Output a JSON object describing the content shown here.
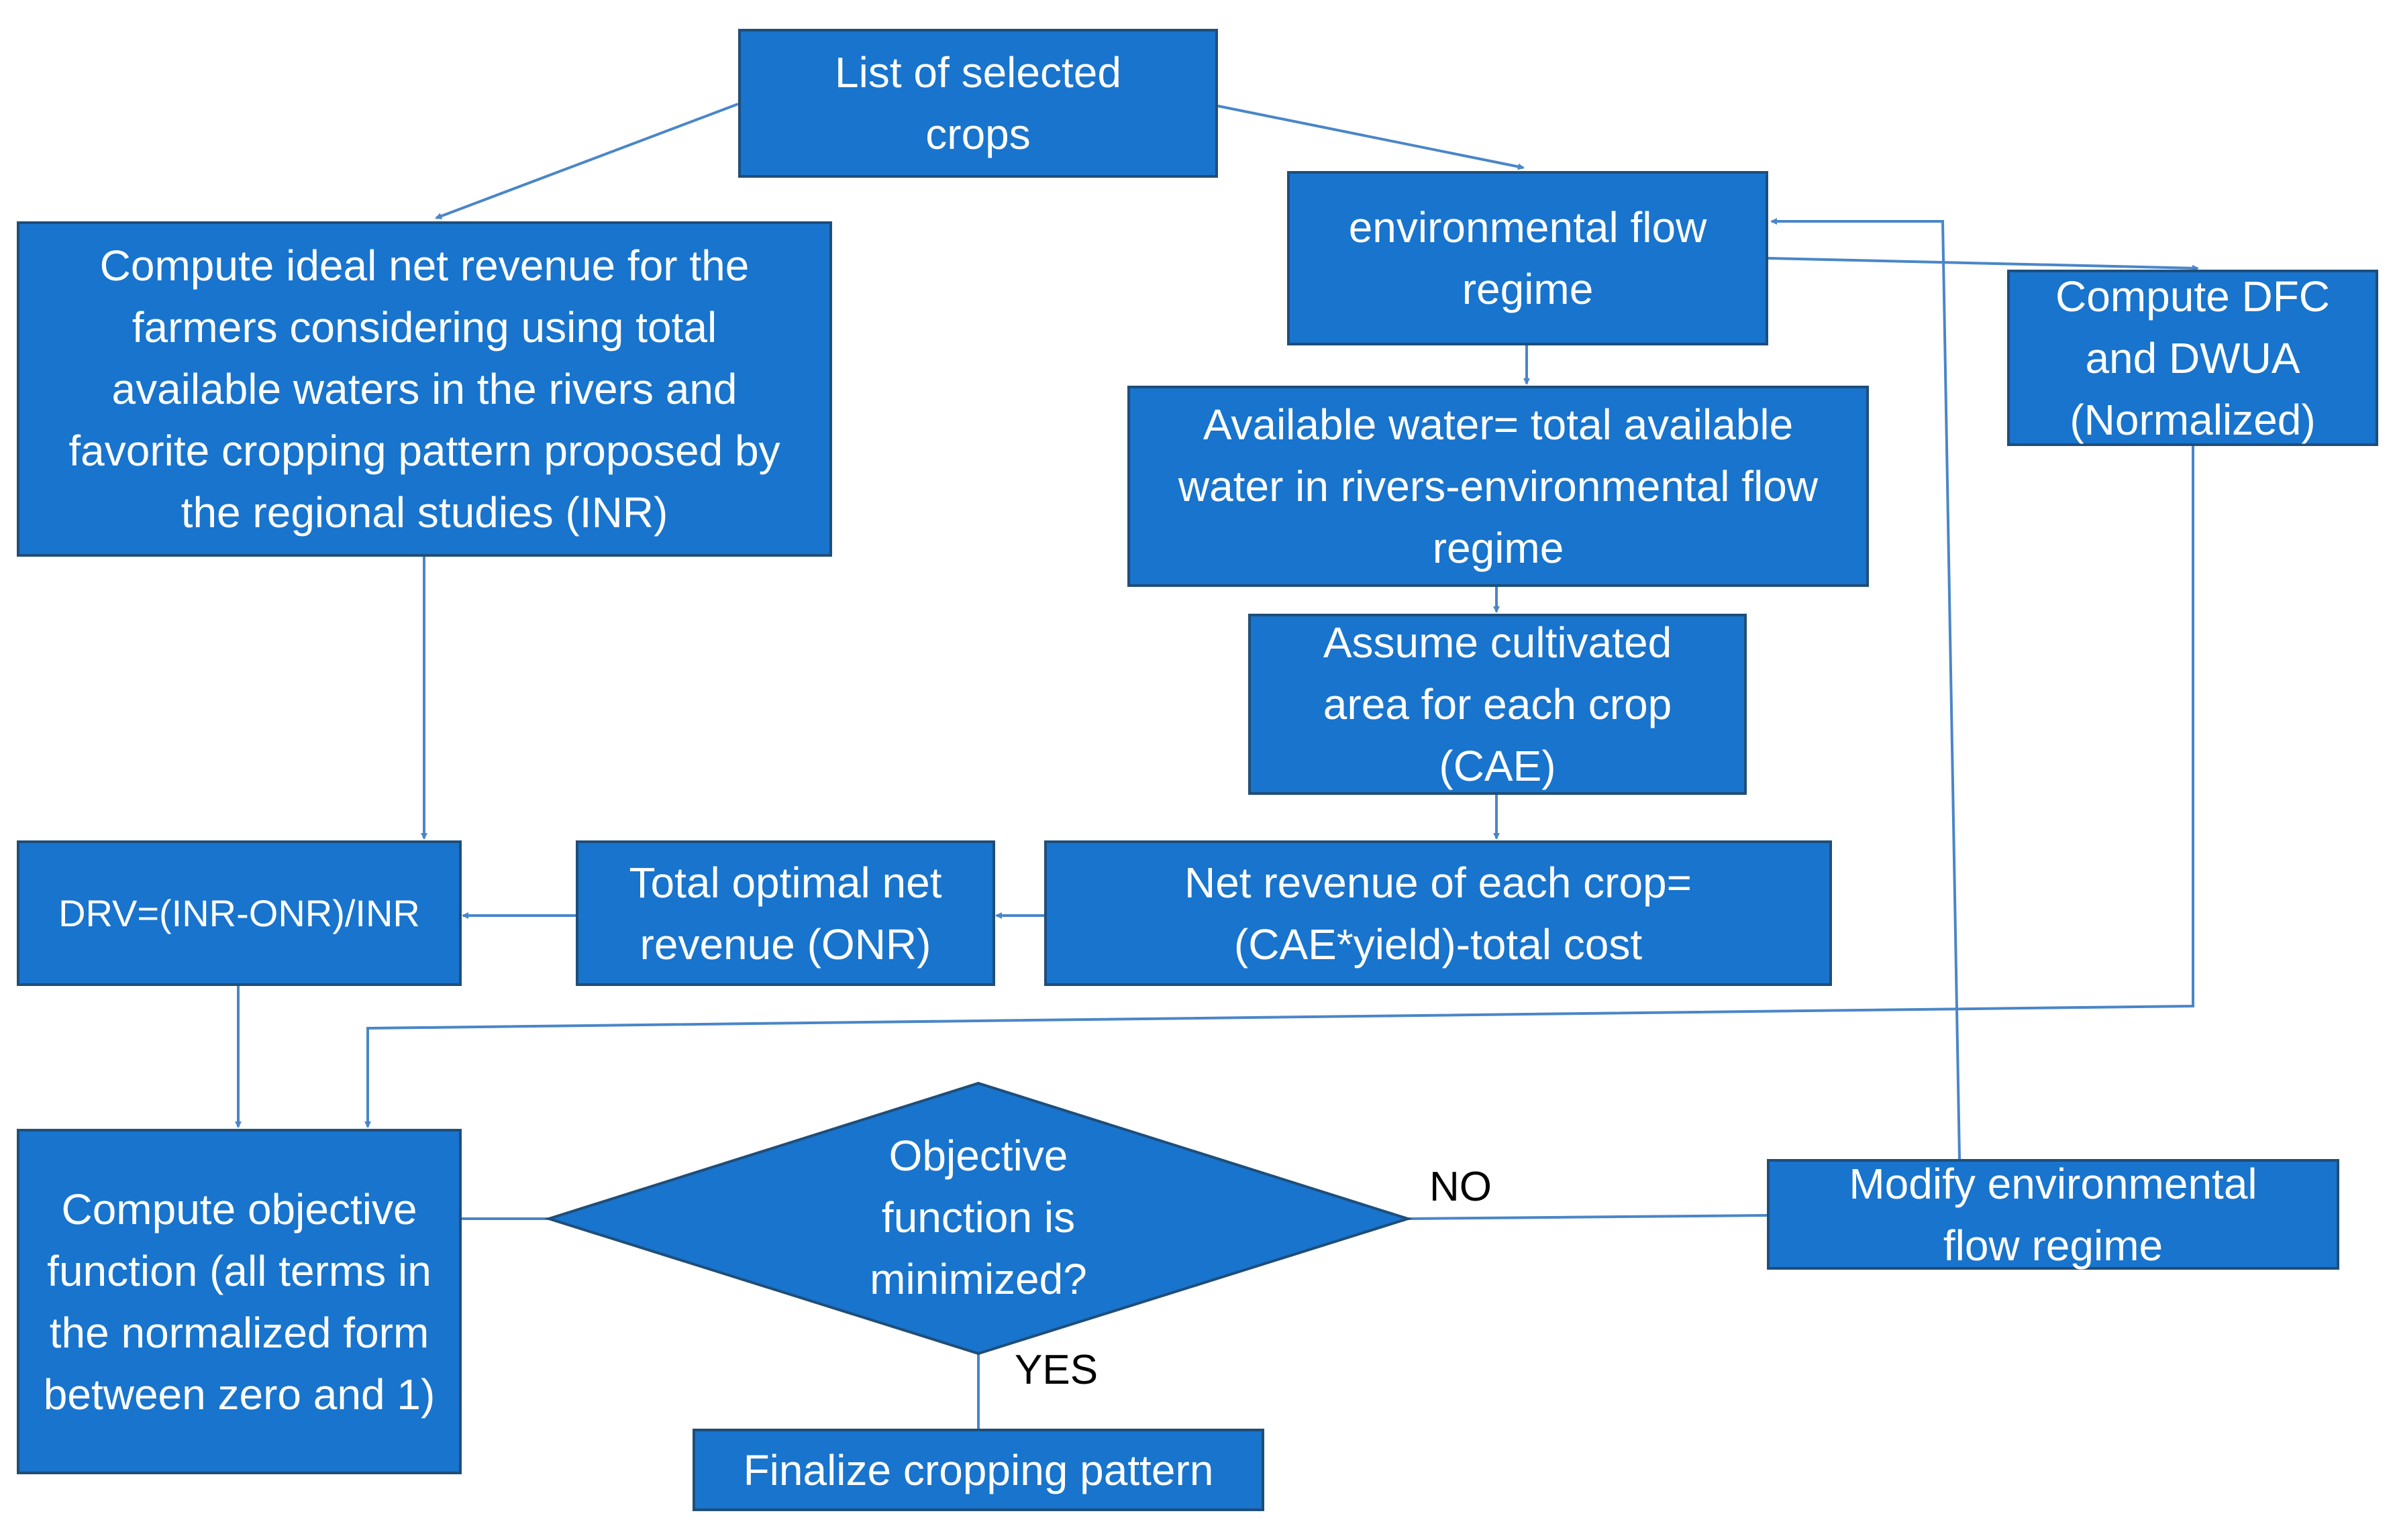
{
  "colors": {
    "box_fill": "#1874CD",
    "box_border": "#1F4E79",
    "arrow": "#4A86C8",
    "text": "#ffffff"
  },
  "nodes": {
    "list_crops": "List of selected crops",
    "env_flow": "environmental flow regime",
    "compute_dfc": "Compute DFC and DWUA (Normalized)",
    "compute_inr": "Compute ideal net revenue for the farmers considering using total available waters in the rivers and favorite cropping pattern proposed by the regional studies (INR)",
    "available_water": "Available water= total available water in rivers-environmental flow regime",
    "assume_area": "Assume cultivated area for each crop (CAE)",
    "drv": "DRV=(INR-ONR)/INR",
    "total_onr": "Total optimal net revenue (ONR)",
    "net_revenue": "Net revenue of each crop=(CAE*yield)-total cost",
    "objective": "Compute objective function (all terms in the normalized form between zero and 1)",
    "decision": "Objective function is minimized?",
    "modify_env": "Modify environmental flow regime",
    "finalize": "Finalize cropping pattern"
  },
  "edge_labels": {
    "no": "NO",
    "yes": "YES"
  }
}
